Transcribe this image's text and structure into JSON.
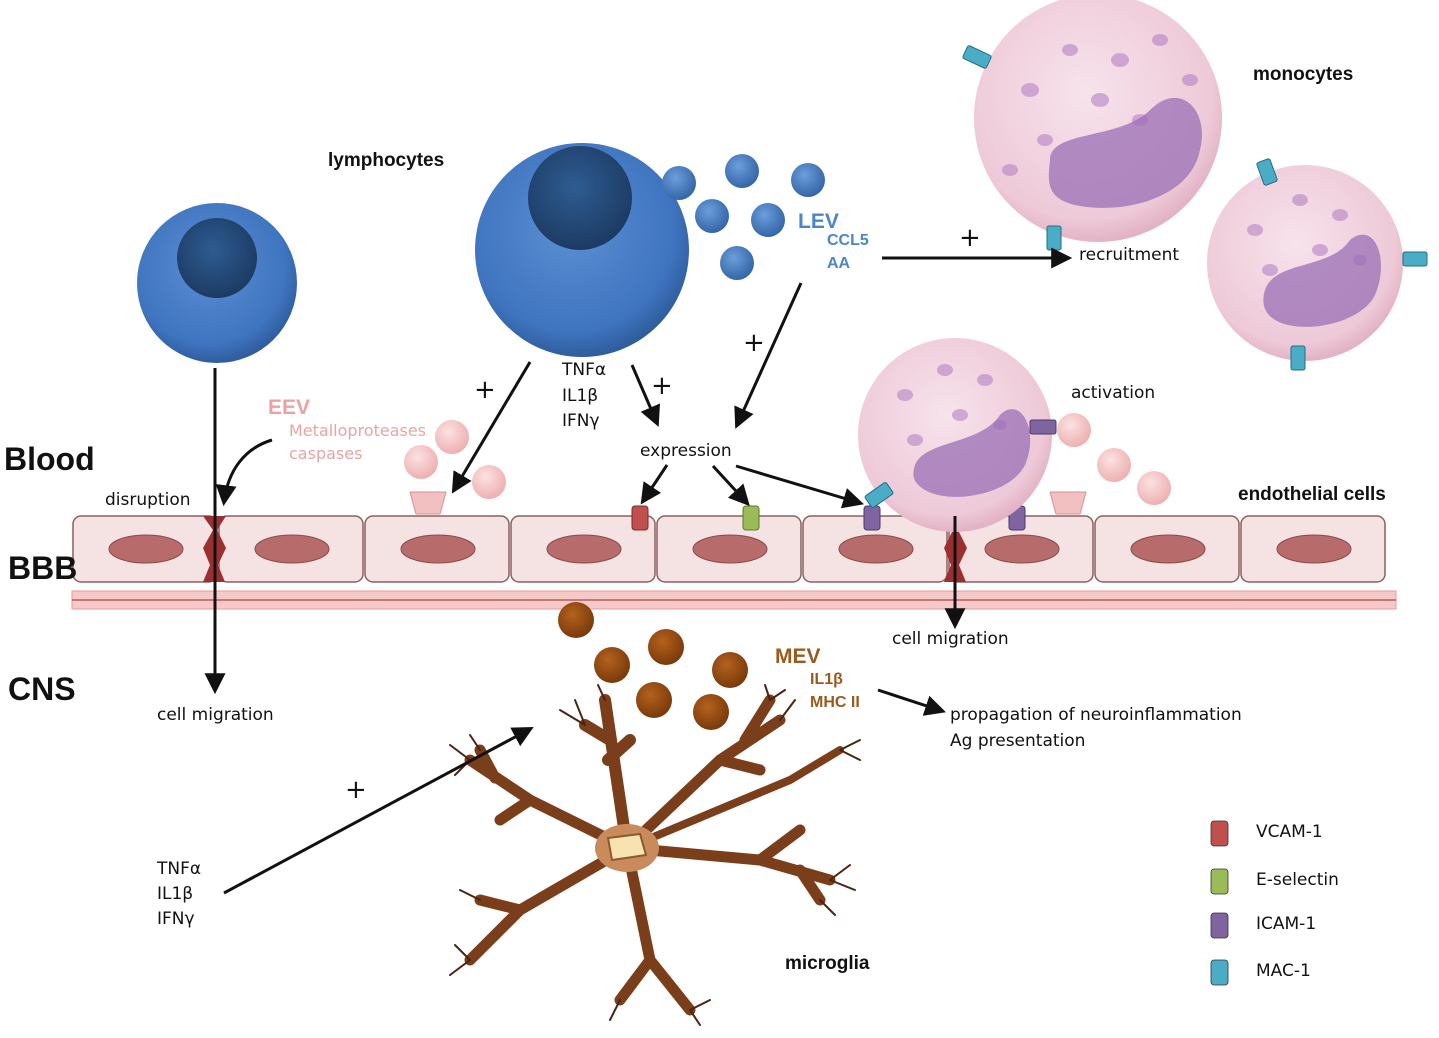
{
  "compartments": {
    "blood": "Blood",
    "bbb": "BBB",
    "cns": "CNS"
  },
  "cells": {
    "lymphocytes": "lymphocytes",
    "monocytes": "monocytes",
    "endothelial": "endothelial cells",
    "microglia": "microglia"
  },
  "eev": {
    "title": "EEV",
    "line1": "Metalloproteases",
    "line2": "caspases"
  },
  "lev": {
    "title": "LEV",
    "line1": "CCL5",
    "line2": "AA"
  },
  "mev": {
    "title": "MEV",
    "line1": "IL1β",
    "line2": "MHC II"
  },
  "cytokines_blood": [
    "TNFα",
    "IL1β",
    "IFNγ"
  ],
  "cytokines_cns": [
    "TNFα",
    "IL1β",
    "IFNγ"
  ],
  "processes": {
    "disruption": "disruption",
    "expression": "expression",
    "recruitment": "recruitment",
    "activation": "activation",
    "cell_migration_left": "cell migration",
    "cell_migration_right": "cell migration",
    "propagation1": "propagation of neuroinflammation",
    "propagation2": "Ag presentation"
  },
  "plus": "+",
  "legend": [
    {
      "label": "VCAM-1",
      "color": "#c0504d"
    },
    {
      "label": "E-selectin",
      "color": "#9bbb59"
    },
    {
      "label": "ICAM-1",
      "color": "#8064a2"
    },
    {
      "label": "MAC-1",
      "color": "#4bacc6"
    }
  ]
}
